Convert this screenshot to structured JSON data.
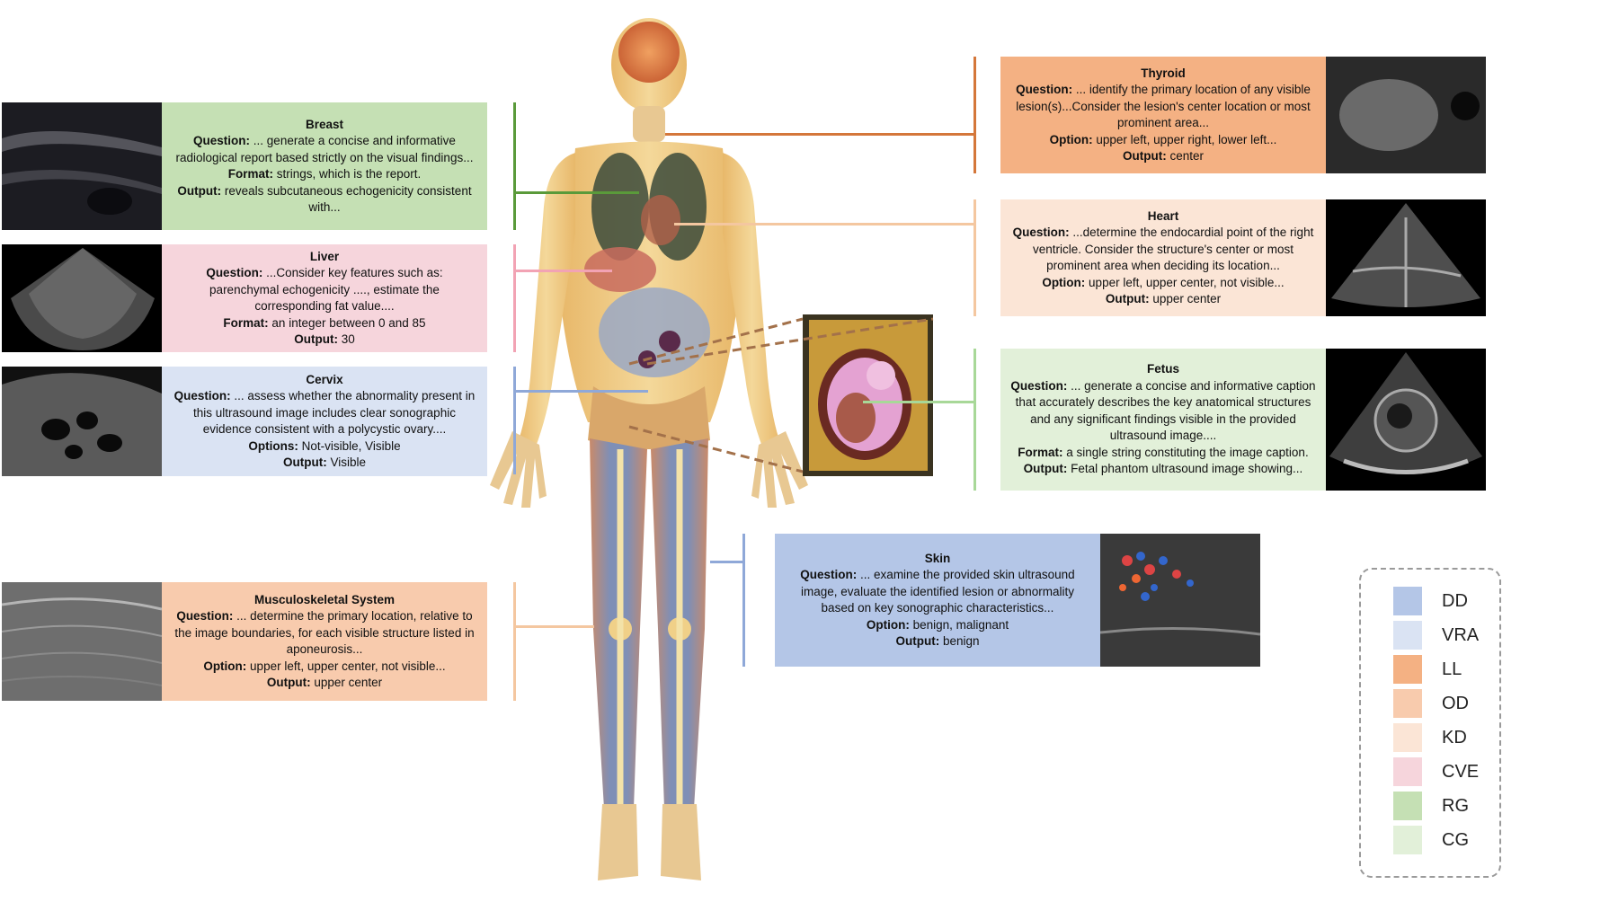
{
  "panels": {
    "breast": {
      "title": "Breast",
      "question_label": "Question:",
      "question": " ... generate a concise and informative radiological report based strictly on the visual findings...",
      "format_label": "Format:",
      "format": " strings, which is the report.",
      "output_label": "Output:",
      "output": " reveals subcutaneous echogenicity consistent with..."
    },
    "liver": {
      "title": "Liver",
      "question_label": "Question:",
      "question": " ...Consider key features such as: parenchymal echogenicity ...., estimate the corresponding fat value....",
      "format_label": "Format:",
      "format": " an integer between 0 and 85",
      "output_label": "Output:",
      "output": " 30"
    },
    "cervix": {
      "title": "Cervix",
      "question_label": "Question:",
      "question": " ... assess whether the abnormality present in this ultrasound image includes clear sonographic evidence consistent with a polycystic ovary....",
      "option_label": "Options:",
      "option": " Not-visible, Visible",
      "output_label": "Output:",
      "output": " Visible"
    },
    "msk": {
      "title": "Musculoskeletal System",
      "question_label": "Question:",
      "question": " ... determine the primary location, relative to the image boundaries, for each visible structure listed in aponeurosis...",
      "option_label": "Option:",
      "option": " upper left, upper center, not visible...",
      "output_label": "Output:",
      "output": " upper center"
    },
    "thyroid": {
      "title": "Thyroid",
      "question_label": "Question:",
      "question": " ... identify the primary location of any visible lesion(s)...Consider the lesion's center location or most prominent area...",
      "option_label": "Option:",
      "option": " upper left, upper right, lower left...",
      "output_label": "Output:",
      "output": " center"
    },
    "heart": {
      "title": "Heart",
      "question_label": "Question:",
      "question": " ...determine the endocardial point of the right ventricle. Consider the structure's center or most prominent area when deciding its location...",
      "option_label": "Option:",
      "option": " upper left, upper center, not visible...",
      "output_label": "Output:",
      "output": " upper center"
    },
    "fetus": {
      "title": "Fetus",
      "question_label": "Question:",
      "question": " ... generate a concise and informative caption that accurately describes the key anatomical structures and any significant findings visible in the provided ultrasound image....",
      "format_label": "Format:",
      "format": " a single string constituting the image caption.",
      "output_label": "Output:",
      "output": " Fetal phantom ultrasound image showing..."
    },
    "skin": {
      "title": "Skin",
      "question_label": "Question:",
      "question": " ... examine the provided skin ultrasound image, evaluate the identified lesion or abnormality based on key sonographic characteristics...",
      "option_label": "Option:",
      "option": " benign, malignant",
      "output_label": "Output:",
      "output": " benign"
    }
  },
  "legend": [
    {
      "label": "DD",
      "color": "#b4c6e7"
    },
    {
      "label": "VRA",
      "color": "#dae3f3"
    },
    {
      "label": "LL",
      "color": "#f4b183"
    },
    {
      "label": "OD",
      "color": "#f8cbad"
    },
    {
      "label": "KD",
      "color": "#fbe5d6"
    },
    {
      "label": "CVE",
      "color": "#f6d5dc"
    },
    {
      "label": "RG",
      "color": "#c5e0b4"
    },
    {
      "label": "CG",
      "color": "#e2f0d9"
    }
  ]
}
